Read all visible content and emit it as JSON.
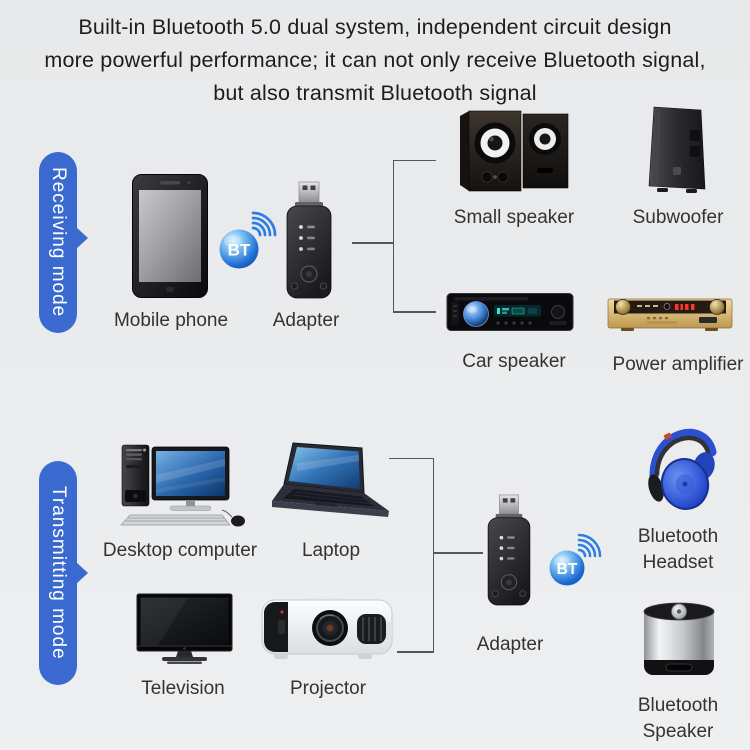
{
  "page": {
    "background": "#e9ebec",
    "title": {
      "line1": "Built-in Bluetooth 5.0 dual system, independent circuit design",
      "line2": "more powerful performance; it can not only receive Bluetooth signal,",
      "line3": "but also transmit Bluetooth signal"
    }
  },
  "colors": {
    "mode_pill_blue": "#3a6ad0",
    "bt_badge_blue": "#1f6cd3",
    "signal_wave_blue": "#2f7de2",
    "connector_line": "#55565a",
    "title_text": "#1d1d1e",
    "label_text": "#333333"
  },
  "receiving_section": {
    "mode_label": "Receiving mode",
    "bt_badge_label": "BT",
    "source_device": {
      "label": "Mobile phone",
      "icon": "mobile-phone-icon"
    },
    "adapter": {
      "label": "Adapter",
      "icon": "usb-adapter-icon"
    },
    "output_devices": [
      {
        "label": "Small speaker",
        "icon": "bookshelf-speakers-icon"
      },
      {
        "label": "Subwoofer",
        "icon": "subwoofer-icon"
      },
      {
        "label": "Car speaker",
        "icon": "car-stereo-icon"
      },
      {
        "label": "Power amplifier",
        "icon": "power-amplifier-icon"
      }
    ]
  },
  "transmitting_section": {
    "mode_label": "Transmitting mode",
    "bt_badge_label": "BT",
    "source_devices": [
      {
        "label": "Desktop computer",
        "icon": "desktop-computer-icon"
      },
      {
        "label": "Laptop",
        "icon": "laptop-icon"
      },
      {
        "label": "Television",
        "icon": "television-icon"
      },
      {
        "label": "Projector",
        "icon": "projector-icon"
      }
    ],
    "adapter": {
      "label": "Adapter",
      "icon": "usb-adapter-icon"
    },
    "output_devices": [
      {
        "label": "Bluetooth Headset",
        "icon": "bluetooth-headset-icon"
      },
      {
        "label": "Bluetooth Speaker",
        "icon": "bluetooth-speaker-icon"
      }
    ]
  }
}
